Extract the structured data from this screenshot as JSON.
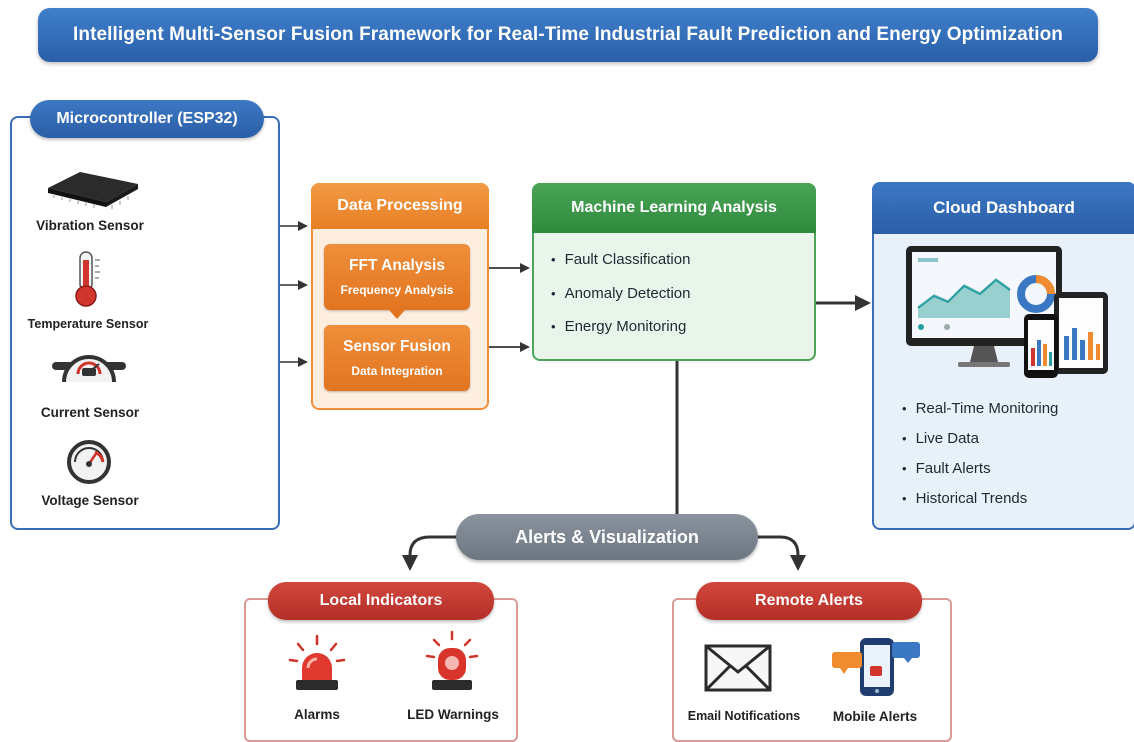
{
  "title": "Intelligent Multi-Sensor Fusion Framework for Real-Time Industrial Fault Prediction and Energy Optimization",
  "microcontroller": {
    "label": "Microcontroller (ESP32)",
    "sensors": [
      {
        "label": "Vibration Sensor",
        "icon": "chip-icon"
      },
      {
        "label": "Temperature Sensor",
        "icon": "thermometer-icon"
      },
      {
        "label": "Current Sensor",
        "icon": "current-meter-icon"
      },
      {
        "label": "Voltage Sensor",
        "icon": "voltage-gauge-icon"
      }
    ]
  },
  "data_processing": {
    "title": "Data Processing",
    "blocks": [
      {
        "title": "FFT Analysis",
        "subtitle": "Frequency Analysis"
      },
      {
        "title": "Sensor Fusion",
        "subtitle": "Data Integration"
      }
    ]
  },
  "ml_analysis": {
    "title": "Machine Learning Analysis",
    "items": [
      "Fault Classification",
      "Anomaly Detection",
      "Energy Monitoring"
    ]
  },
  "cloud_dashboard": {
    "title": "Cloud Dashboard",
    "items": [
      "Real-Time Monitoring",
      "Live Data",
      "Fault Alerts",
      "Historical Trends"
    ]
  },
  "alerts": {
    "title": "Alerts & Visualization",
    "local": {
      "title": "Local Indicators",
      "items": [
        {
          "label": "Alarms",
          "icon": "siren-icon"
        },
        {
          "label": "LED Warnings",
          "icon": "led-beacon-icon"
        }
      ]
    },
    "remote": {
      "title": "Remote Alerts",
      "items": [
        {
          "label": "Email Notifications",
          "icon": "envelope-icon"
        },
        {
          "label": "Mobile Alerts",
          "icon": "smartphone-icon"
        }
      ]
    }
  },
  "colors": {
    "blue": "#2b5ea6",
    "orange": "#e87f25",
    "green": "#2f8a3e",
    "gray": "#6d7782",
    "red": "#b32f27"
  }
}
